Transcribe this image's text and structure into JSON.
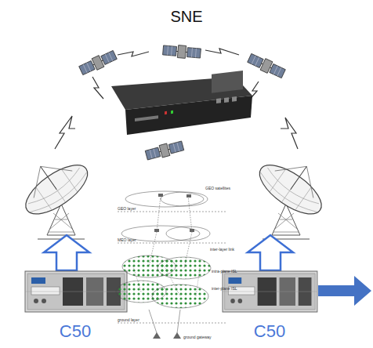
{
  "diagram": {
    "title": "SNE",
    "nodes": [
      {
        "text": [
          "C50"
        ]
      },
      {
        "text": [
          "C50"
        ]
      }
    ],
    "labels": [
      "GEO layer",
      "MEO layer",
      "ground layer",
      "GEO satellites",
      "inter-layer link",
      "intra-plane ISL",
      "inter-plane ISL",
      "ground gateway"
    ]
  }
}
